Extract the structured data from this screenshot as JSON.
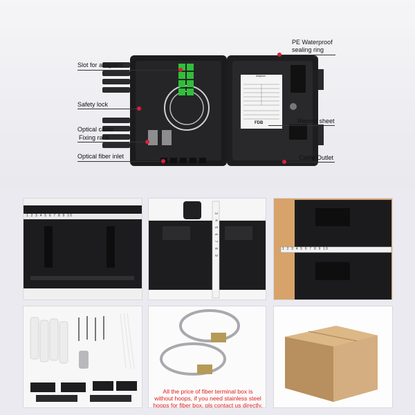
{
  "callouts": {
    "slot_for_adapters": "Slot for adapters",
    "safety_lock": "Safety lock",
    "optical_cable": "Optical cable",
    "fixing_rack": "Fixing rack",
    "optical_fiber_inlet": "Optical fiber inlet",
    "pe_waterproof": "PE Waterproof",
    "sealing_ring": "sealing ring",
    "record_sheet": "Record sheet",
    "cable_outlet": "Cable Outlet"
  },
  "record_sheet_card": {
    "heading": "Comparison table for fiber box Adaptors",
    "logo": "FDB"
  },
  "ruler_numbers": "1 2 3 4 5 6 7 8 9 10",
  "ruler_vertical": "3 4 5 6 7 8 9",
  "hoops_caption": "All the price of fiber terminal box is without hoops, if you need stainless steel hoops for fiber box, pls contact us directly.",
  "colors": {
    "background": "#ebeaf0",
    "box_body": "#1b1b1d",
    "adapter_green": "#2fbf3a",
    "callout_dot": "#d8203a",
    "caption_red": "#e0201c",
    "carton": "#c9a273"
  }
}
